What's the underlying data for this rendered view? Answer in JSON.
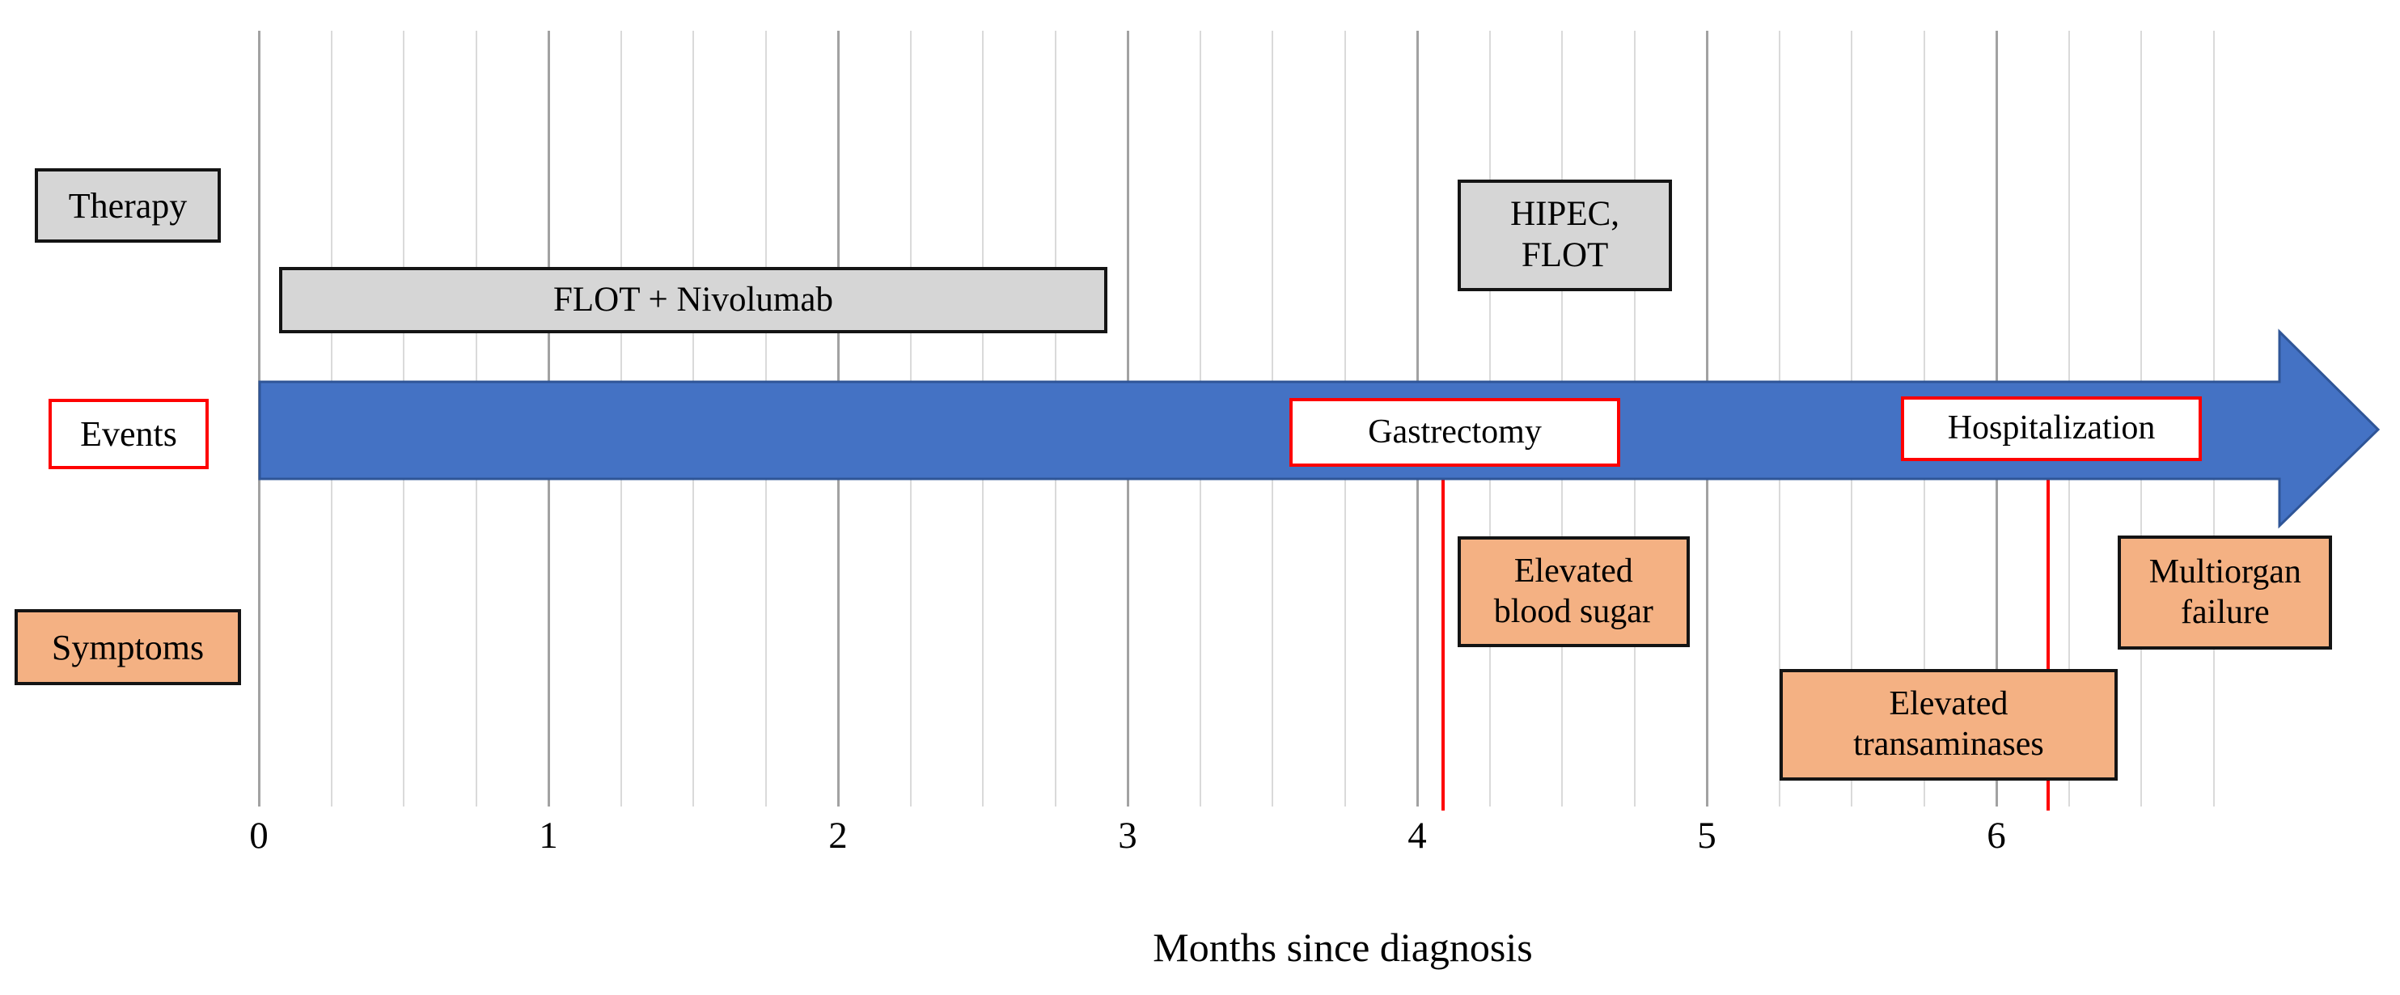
{
  "row_labels": {
    "therapy": "Therapy",
    "events": "Events",
    "symptoms": "Symptoms"
  },
  "axis_title": "Months since diagnosis",
  "colors": {
    "timeline_blue": "#4472C4",
    "timeline_blue_border": "#2F5597",
    "therapy_gray": "#D6D6D6",
    "symptom_orange": "#F4B183",
    "marker_red": "#FE0101",
    "grid_major": "#A2A2A2",
    "grid_minor": "#DADADA"
  },
  "chart_data": {
    "type": "timeline",
    "title": "",
    "xlabel": "Months since diagnosis",
    "x_ticks": [
      0,
      1,
      2,
      3,
      4,
      5,
      6
    ],
    "x_minor_step": 0.25,
    "gridline_range": [
      0,
      6.75
    ],
    "rows": [
      "Therapy",
      "Events",
      "Symptoms"
    ],
    "arrow_axis": {
      "row": "Events",
      "start": 0,
      "body_end": 6.98,
      "tip": 7.32
    },
    "therapy": [
      {
        "label": "FLOT + Nivolumab",
        "start": 0.07,
        "end": 2.93
      },
      {
        "label": "HIPEC, FLOT",
        "lines": [
          "HIPEC,",
          "FLOT"
        ],
        "start": 4.14,
        "end": 4.88
      }
    ],
    "events": [
      {
        "label": "Gastrectomy",
        "start": 3.56,
        "end": 4.7,
        "marker_line_at": 4.09
      },
      {
        "label": "Hospitalization",
        "start": 5.67,
        "end": 6.71,
        "marker_line_at": 6.18
      }
    ],
    "symptoms": [
      {
        "label": "Elevated blood sugar",
        "lines": [
          "Elevated",
          "blood sugar"
        ],
        "start": 4.14,
        "end": 4.94
      },
      {
        "label": "Elevated transaminases",
        "lines": [
          "Elevated",
          "transaminases"
        ],
        "start": 5.25,
        "end": 6.42
      },
      {
        "label": "Multiorgan failure",
        "lines": [
          "Multiorgan",
          "failure"
        ],
        "start": 6.42,
        "end": 7.16
      }
    ]
  }
}
